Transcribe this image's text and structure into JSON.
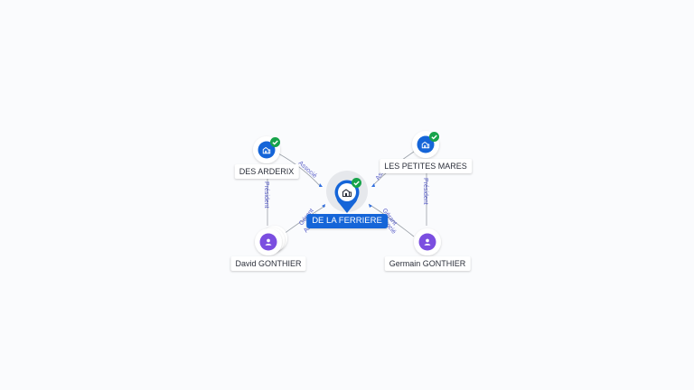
{
  "graph": {
    "main_company": {
      "name": "DE LA FERRIERE",
      "verified": true,
      "icon": "company-icon"
    },
    "companies": [
      {
        "name": "DES ARDERIX",
        "verified": true,
        "icon": "company-icon"
      },
      {
        "name": "LES PETITES MARES",
        "verified": true,
        "icon": "company-icon"
      }
    ],
    "people": [
      {
        "name": "David GONTHIER",
        "icon": "person-icon"
      },
      {
        "name": "Germain GONTHIER",
        "icon": "person-icon"
      }
    ],
    "edge_labels": {
      "arderix_to_main": "Associé",
      "mares_to_main": "Associé",
      "david_to_main_1": "Gérant",
      "david_to_main_2": "Associé",
      "germain_to_main_1": "Gérant",
      "germain_to_main_2": "Associé",
      "david_to_arderix": "Président",
      "germain_to_mares": "Président"
    },
    "colors": {
      "company_blue": "#1565d8",
      "person_purple": "#7b4ee0",
      "verified_green": "#17a34a",
      "edge_gray": "#9aa0a8",
      "edge_label": "#5a5fc8"
    }
  }
}
